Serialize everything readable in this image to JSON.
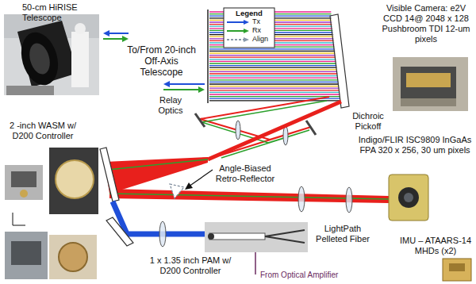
{
  "diagram": {
    "labels": [
      "50-cm HiRISE Telescope",
      "To/From 20-inch Off-Axis Telescope",
      "Legend",
      "Visible Camera: e2V CCD 14@ 2048 x 128 Pushbroom TDI 12-um pixels",
      "Dichroic Pickoff",
      "Relay Optics",
      "2 -inch WASM w/ D200 Controller",
      "Angle-Biased Retro-Reflector",
      "Indigo/FLIR ISC9809 InGaAs FPA 320 x 256, 30 um pixels",
      "IMU – ATAARS-14 MHDs (x2)",
      "LightPath Pelleted Fiber",
      "From Optical Amplifier",
      "1 x 1.35 inch PAM w/ D200 Controller"
    ],
    "legend": [
      {
        "text": "Tx"
      },
      {
        "text": "Rx"
      },
      {
        "text": "Align"
      }
    ]
  }
}
